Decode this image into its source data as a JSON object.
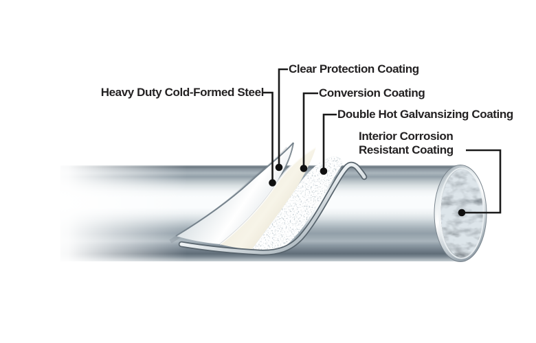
{
  "diagram": {
    "title_context": "Steel tube coating layers cutaway diagram",
    "labels": {
      "steel": "Heavy Duty Cold-Formed Steel",
      "clear_coating": "Clear Protection Coating",
      "conversion_coating": "Conversion Coating",
      "galvanizing_coating": "Double Hot Galvansizing Coating",
      "interior_coating_line1": "Interior Corrosion",
      "interior_coating_line2": "Resistant Coating"
    },
    "colors": {
      "background": "#ffffff",
      "label_text": "#232122",
      "leader_line": "#191919",
      "leader_dot": "#101010",
      "tube_highlight": "#fafcfd",
      "tube_mid_gray": "#93a0a9",
      "tube_dark_band": "#606d78",
      "conversion_cream": "#efeadb",
      "galvanized_speckle": "#ccd5da",
      "interior_dark": "#28323a"
    }
  }
}
